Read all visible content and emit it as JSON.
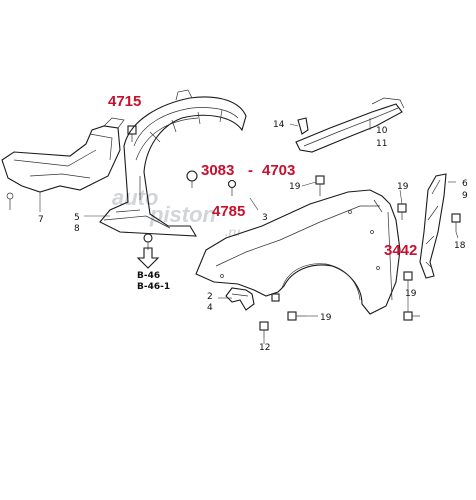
{
  "labels": {
    "l7": "7",
    "l5": "5",
    "l8": "8",
    "l3": "3",
    "l14": "14",
    "l10": "10",
    "l11": "11",
    "l19a": "19",
    "l19b": "19",
    "l19c": "19",
    "l19d": "19",
    "l6": "6",
    "l9": "9",
    "l18": "18",
    "l2": "2",
    "l4": "4",
    "l12": "12"
  },
  "highlights": {
    "h4715": "4715",
    "h3083": "3083",
    "h4703": "4703",
    "h4785": "4785",
    "h3442": "3442",
    "dash": "-"
  },
  "refs": {
    "b46": "B-46",
    "b461": "B-46-1"
  },
  "watermark": {
    "line1": "auto",
    "line2": "piston",
    "suffix": ".ru"
  },
  "colors": {
    "highlight": "#c8102e",
    "line": "#1a1a1a"
  }
}
